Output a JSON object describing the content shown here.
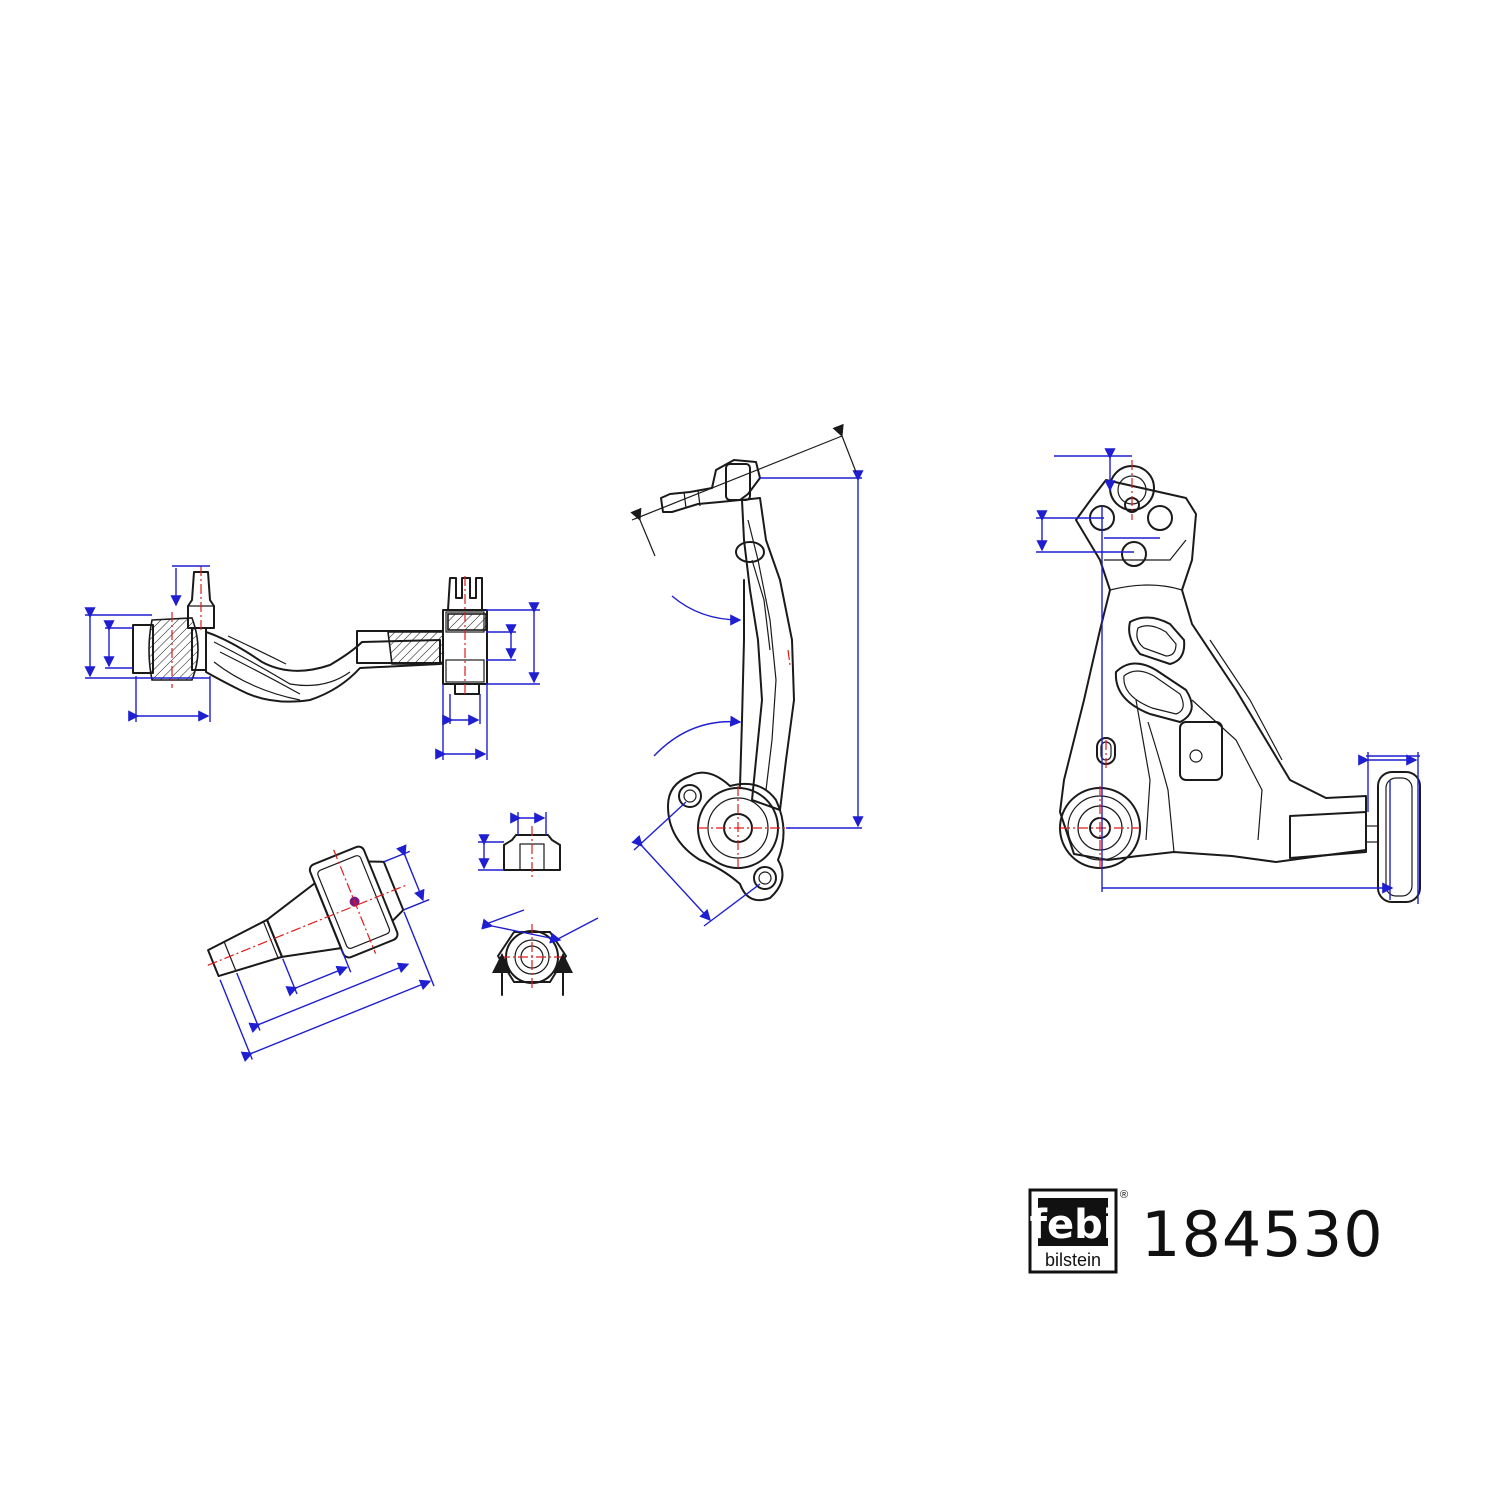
{
  "part_number": "184530",
  "brand": {
    "logo_text": "febi",
    "sub_text": "bilstein",
    "registered_mark": "®"
  },
  "colors": {
    "outline": "#1a1a1a",
    "dimension": "#1f1fd1",
    "centerline": "#e01b1b",
    "background": "#ffffff"
  }
}
